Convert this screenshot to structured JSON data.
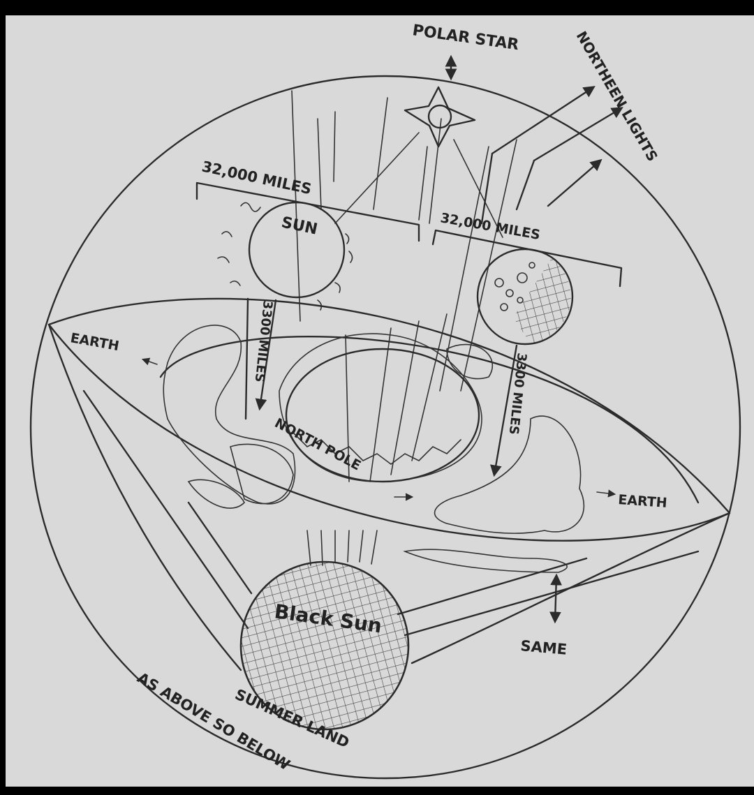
{
  "labels": {
    "polar_star": "POLAR STAR",
    "northern_lights": "NORTHEEN LIGHTS",
    "distance_left": "32,000 MILES",
    "distance_right": "32,000 MILES",
    "sun": "SUN",
    "sun_drop": "3300 MILES",
    "moon_drop": "3300 MILES",
    "earth_left": "EARTH",
    "earth_right": "EARTH",
    "north_pole": "NORTH POLE",
    "black_sun": "Black Sun",
    "same": "SAME",
    "summer_land": "SUMMER LAND",
    "motto": "AS ABOVE SO BELOW"
  },
  "colors": {
    "paper": "#d8d8d8",
    "ink": "#2b2b2b",
    "frame": "#000000"
  }
}
